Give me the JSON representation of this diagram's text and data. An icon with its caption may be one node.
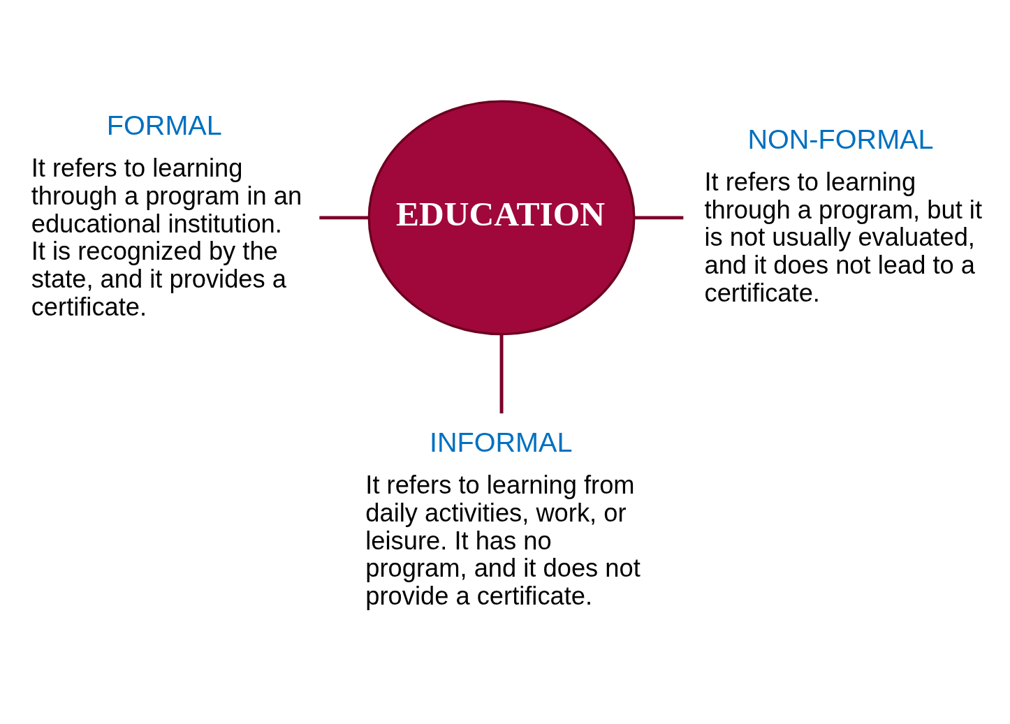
{
  "diagram": {
    "nodes": [
      {
        "text": [
          "EDUCATION"
        ]
      },
      {
        "text": [
          "FORMAL",
          "It refers to learning through a program in an educational institution. It is recognized by the state, and it provides a certificate."
        ]
      },
      {
        "text": [
          "NON-FORMAL",
          "It refers to learning through a program, but it is not usually evaluated, and it does not lead to a certificate."
        ]
      },
      {
        "text": [
          "INFORMAL",
          "It refers to learning from daily activities, work, or leisure. It has no program, and it does not provide a certificate."
        ]
      }
    ],
    "edges": [
      {
        "from": 0,
        "to": 1,
        "arrow": "none"
      },
      {
        "from": 0,
        "to": 2,
        "arrow": "none"
      },
      {
        "from": 0,
        "to": 3,
        "arrow": "none"
      }
    ]
  }
}
